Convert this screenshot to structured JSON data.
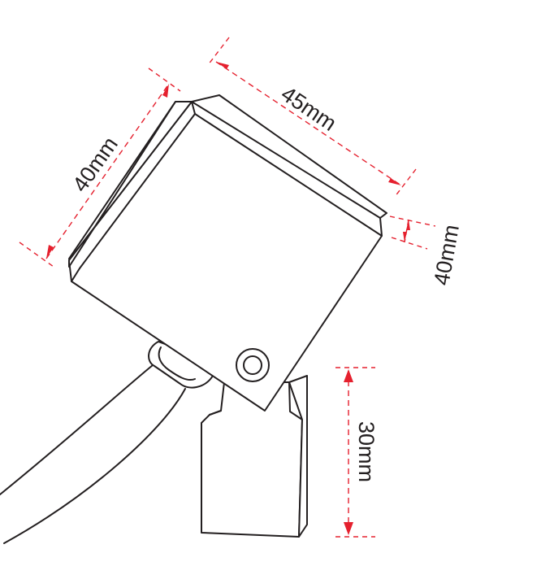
{
  "accent_color": "#e5202e",
  "line_color": "#231f20",
  "dimensions": {
    "width_label": "45mm",
    "left_height_label": "40mm",
    "depth_label": "40mm",
    "bracket_label": "30mm"
  },
  "parts": [
    "fixture-body",
    "bracket",
    "mounting-screw",
    "cable-gland",
    "cable"
  ]
}
